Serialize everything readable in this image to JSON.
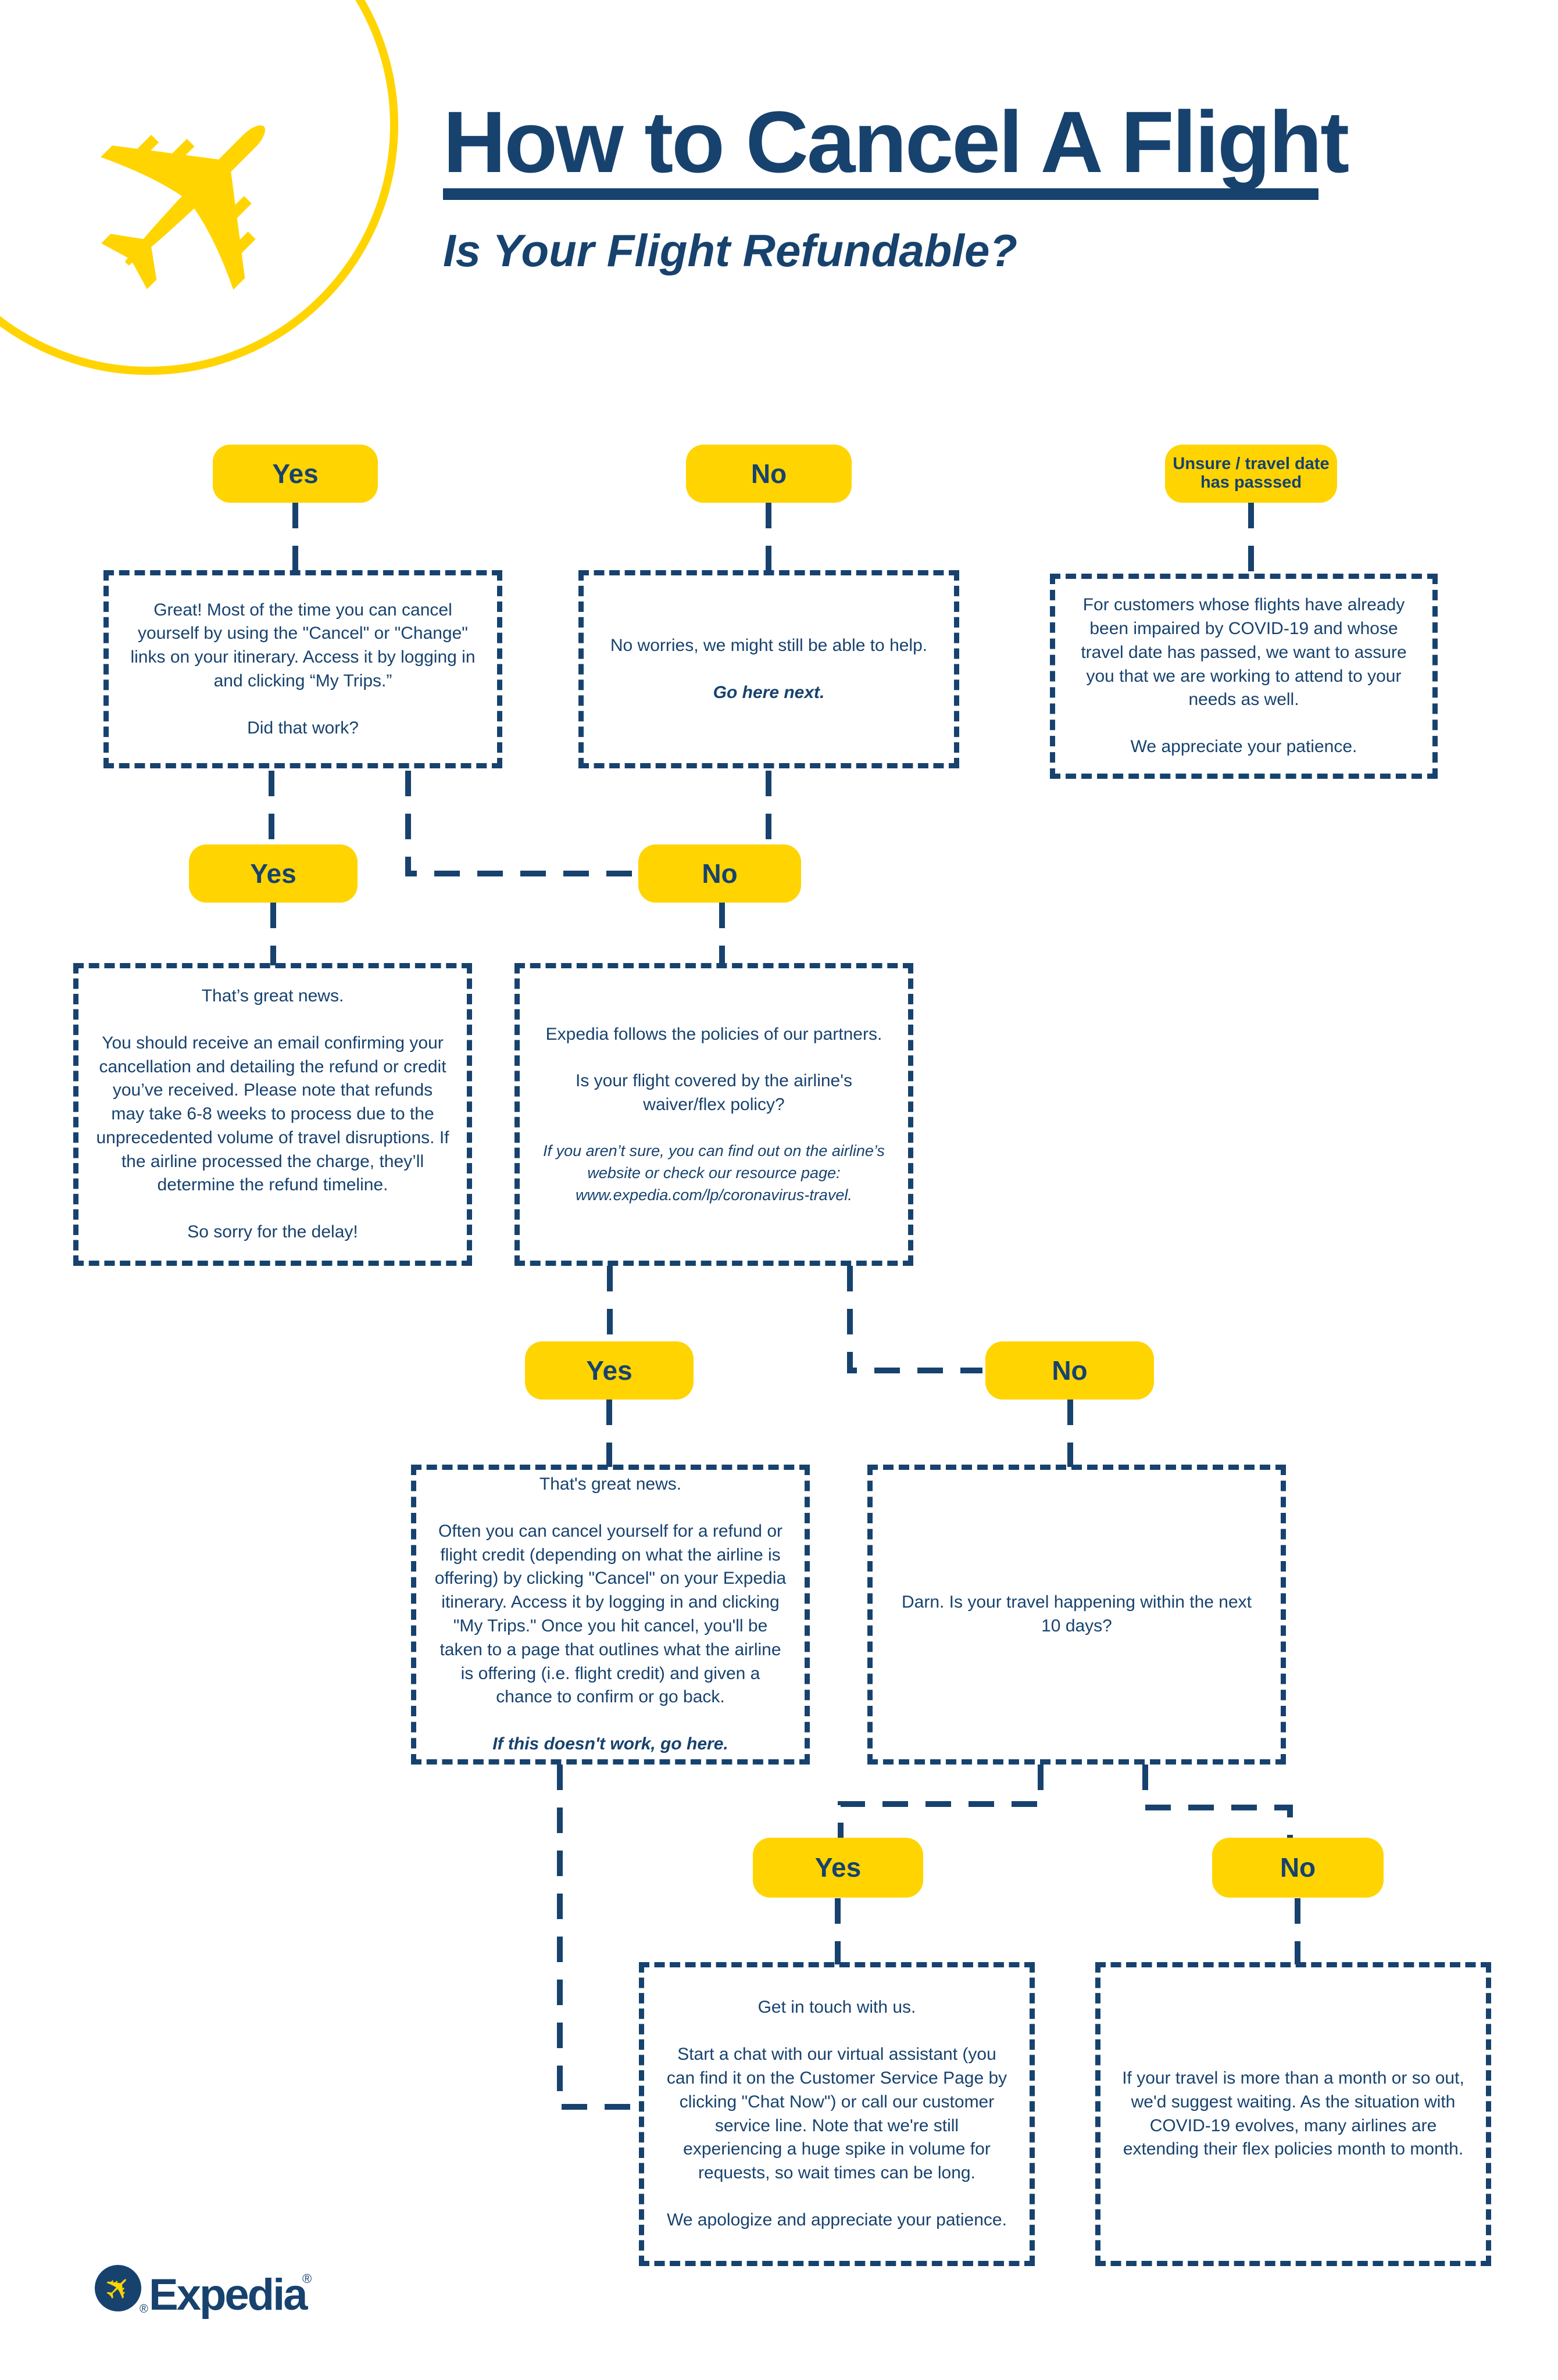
{
  "colors": {
    "navy": "#17426E",
    "yellow": "#FFD400",
    "background": "#FFFFFF"
  },
  "icons": {
    "airplane": "✈"
  },
  "header": {
    "title": "How to Cancel A Flight",
    "subtitle": "Is Your Flight Refundable?"
  },
  "decisions": {
    "d1": {
      "yes": "Yes",
      "no": "No",
      "unsure_line1": "Unsure / travel date",
      "unsure_line2": "has passsed"
    },
    "d2": {
      "yes": "Yes",
      "no": "No"
    },
    "d3": {
      "yes": "Yes",
      "no": "No"
    },
    "d4": {
      "yes": "Yes",
      "no": "No"
    }
  },
  "boxes": {
    "cancel_yourself": {
      "p1": "Great! Most of the time you can cancel yourself by using the \"Cancel\" or \"Change\" links on your itinerary. Access it by logging in and clicking “My Trips.”",
      "p2": "Did that work?"
    },
    "might_still_help": {
      "p1": "No worries, we might still be able to help.",
      "p2": "Go here next."
    },
    "unsure_covid": {
      "p1": "For customers whose flights have already been impaired by COVID-19 and whose travel date has passed, we want to assure you that we are working to attend to your needs as well.",
      "p2": "We appreciate your patience."
    },
    "email_confirm": {
      "p1": "That’s great news.",
      "p2": "You should receive an email confirming your cancellation and detailing the refund or credit you’ve received. Please note that refunds may take 6-8 weeks to process due to the unprecedented volume of travel disruptions. If the airline processed the charge, they’ll determine the refund timeline.",
      "p3": "So sorry for the delay!"
    },
    "partner_policies": {
      "p1": "Expedia follows the policies of our partners.",
      "p2": "Is your flight covered by the airline's waiver/flex policy?",
      "p3": "If you aren’t sure, you can find out on the airline’s website or check our resource page: www.expedia.com/lp/coronavirus-travel."
    },
    "cancel_refund_credit": {
      "p1": "That's great news.",
      "p2": "Often you can cancel yourself for a refund or flight credit (depending on what the airline is offering) by clicking \"Cancel\" on your Expedia itinerary. Access it by logging in and clicking \"My Trips.\" Once you hit cancel, you'll be taken to a page that outlines what the airline is offering (i.e. flight credit) and given a chance to confirm or go back.",
      "p3": "If this doesn't work, go here."
    },
    "darn_10_days": {
      "p1": "Darn. Is your travel happening within the next 10 days?"
    },
    "get_in_touch": {
      "p1": "Get in touch with us.",
      "p2": "Start a chat with our virtual assistant (you can find it on the Customer Service Page by clicking \"Chat Now\") or call our customer service line. Note that we're still experiencing a huge spike in volume for requests, so wait times can be long.",
      "p3": "We apologize and appreciate your patience."
    },
    "suggest_waiting": {
      "p1": "If your travel is more than a month or so out, we'd suggest waiting. As the situation with COVID-19 evolves, many airlines are extending their flex policies month to month."
    }
  },
  "footer": {
    "brand": "Expedia",
    "reg": "®"
  }
}
